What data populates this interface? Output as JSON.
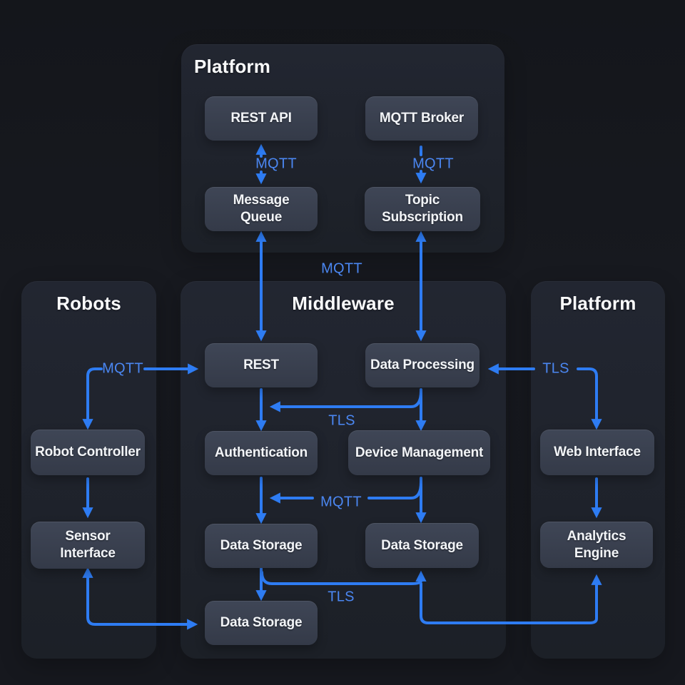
{
  "colors": {
    "background": "#16181e",
    "container_fill": "#1f232c",
    "node_fill": "#3a4150",
    "line_blue": "#2e7cf3",
    "label_blue": "#4b87f2",
    "text": "#f2f4f7"
  },
  "containers": [
    {
      "id": "platform-top",
      "title": "Platform"
    },
    {
      "id": "robots",
      "title": "Robots"
    },
    {
      "id": "middleware",
      "title": "Middleware"
    },
    {
      "id": "platform-right",
      "title": "Platform"
    }
  ],
  "boxes": [
    {
      "id": "rest-api",
      "label": "REST API"
    },
    {
      "id": "mqtt-broker",
      "label": "MQTT Broker"
    },
    {
      "id": "message-queue",
      "label": "Message\nQueue"
    },
    {
      "id": "topic-subscription",
      "label": "Topic\nSubscription"
    },
    {
      "id": "rest",
      "label": "REST"
    },
    {
      "id": "data-processing",
      "label": "Data Processing"
    },
    {
      "id": "authentication",
      "label": "Authentication"
    },
    {
      "id": "device-management",
      "label": "Device Management"
    },
    {
      "id": "data-storage-left",
      "label": "Data Storage"
    },
    {
      "id": "data-storage-right",
      "label": "Data Storage"
    },
    {
      "id": "data-storage-bottom",
      "label": "Data Storage"
    },
    {
      "id": "robot-controller",
      "label": "Robot Controller"
    },
    {
      "id": "sensor-interface",
      "label": "Sensor\nInterface"
    },
    {
      "id": "web-interface",
      "label": "Web Interface"
    },
    {
      "id": "analytics-engine",
      "label": "Analytics\nEngine"
    }
  ],
  "edge_labels": [
    {
      "text": "MQTT"
    },
    {
      "text": "MQTT"
    },
    {
      "text": "MQTT"
    },
    {
      "text": "MQTT"
    },
    {
      "text": "TLS"
    },
    {
      "text": "TLS"
    },
    {
      "text": "MQTT"
    },
    {
      "text": "TLS"
    }
  ],
  "edges": [
    {
      "from": "REST API",
      "to": "Message Queue",
      "label": "MQTT",
      "direction": "bidirectional"
    },
    {
      "from": "MQTT Broker",
      "to": "Topic Subscription",
      "label": "MQTT",
      "direction": "down"
    },
    {
      "from": "Message Queue",
      "to": "REST",
      "label": "MQTT",
      "direction": "bidirectional"
    },
    {
      "from": "Topic Subscription",
      "to": "Data Processing",
      "label": "MQTT",
      "direction": "bidirectional"
    },
    {
      "from": "Robot Controller",
      "to": "REST",
      "label": "MQTT",
      "direction": "bidirectional"
    },
    {
      "from": "Robot Controller",
      "to": "Sensor Interface",
      "label": "",
      "direction": "down"
    },
    {
      "from": "Sensor Interface",
      "to": "Data Storage",
      "label": "",
      "direction": "bidirectional"
    },
    {
      "from": "Web Interface",
      "to": "Data Processing",
      "label": "TLS",
      "direction": "bidirectional"
    },
    {
      "from": "Web Interface",
      "to": "Analytics Engine",
      "label": "",
      "direction": "down"
    },
    {
      "from": "REST",
      "to": "Authentication",
      "label": "",
      "direction": "down"
    },
    {
      "from": "Data Processing",
      "to": "REST",
      "label": "TLS",
      "direction": "left"
    },
    {
      "from": "Data Processing",
      "to": "Device Management",
      "label": "",
      "direction": "down"
    },
    {
      "from": "Device Management",
      "to": "Authentication",
      "label": "MQTT",
      "direction": "left"
    },
    {
      "from": "Authentication",
      "to": "Data Storage",
      "label": "",
      "direction": "down"
    },
    {
      "from": "Device Management",
      "to": "Data Storage",
      "label": "",
      "direction": "down"
    },
    {
      "from": "Data Storage",
      "to": "Data Storage",
      "label": "TLS",
      "direction": "down-and-right"
    },
    {
      "from": "Data Storage",
      "to": "Analytics Engine",
      "label": "",
      "direction": "right-up"
    }
  ]
}
